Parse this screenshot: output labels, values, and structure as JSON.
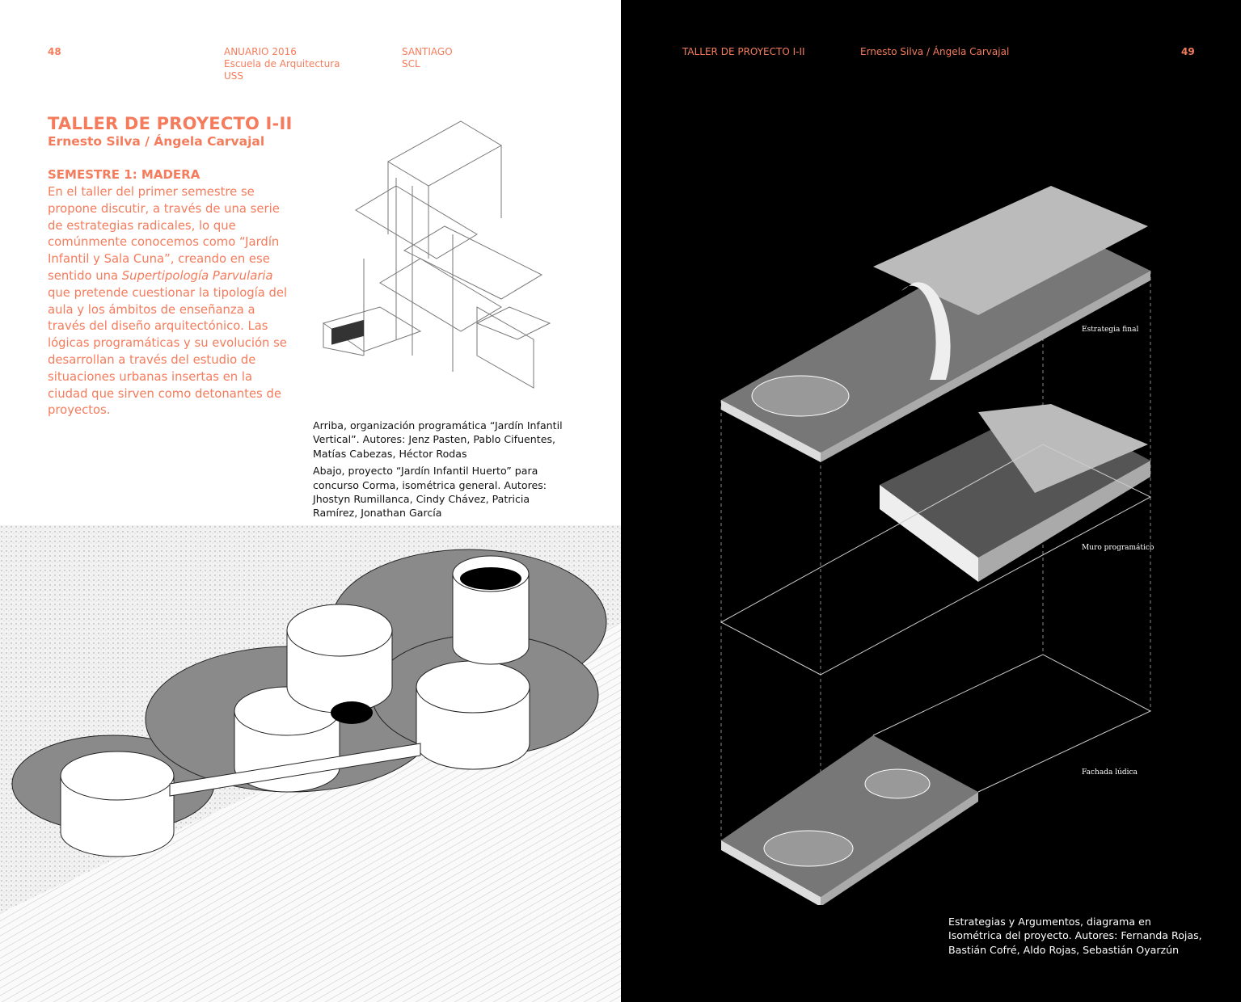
{
  "left_header": {
    "page_number": "48",
    "yearbook": "ANUARIO 2016",
    "school": "Escuela de Arquitectura",
    "university": "USS",
    "city": "SANTIAGO",
    "city_code": "SCL"
  },
  "right_header": {
    "course": "TALLER DE PROYECTO I-II",
    "authors": "Ernesto Silva / Ángela Carvajal",
    "page_number": "49"
  },
  "article": {
    "title": "TALLER DE PROYECTO I-II",
    "authors": "Ernesto Silva / Ángela Carvajal",
    "section": "SEMESTRE 1: MADERA",
    "body_before": "En el taller del primer semestre se propone discutir, a través de una serie de estrategias radicales, lo que comúnmente conocemos como “Jardín Infantil y Sala Cuna”, creando en ese sentido una ",
    "body_italic": "Supertipología Parvularia",
    "body_after": " que pretende cuestionar la tipología del aula y los ámbitos de enseñanza a través del diseño arquitectónico. Las lógicas programáticas y su evolución se desarrollan a través del estudio de situaciones urbanas insertas en la ciudad que sirven como detonantes de proyectos."
  },
  "captions": {
    "top": "Arriba, organización programática “Jardín Infantil Vertical”. Autores: Jenz Pasten, Pablo Cifuentes, Matías Cabezas, Héctor Rodas",
    "bottom": "Abajo, proyecto “Jardín Infantil Huerto” para concurso Corma, isométrica general. Autores: Jhostyn Rumillanca, Cindy Chávez, Patricia Ramírez, Jonathan García",
    "right": "Estrategias y Argumentos, diagrama en Isométrica del proyecto. Autores: Fernanda Rojas, Bastián Cofré, Aldo Rojas, Sebastián Oyarzún"
  },
  "diagram_labels": {
    "layer1": "Estrategia final",
    "layer2": "Muro programático",
    "layer3": "Fachada lúdica"
  },
  "colors": {
    "accent": "#f47c5c"
  }
}
